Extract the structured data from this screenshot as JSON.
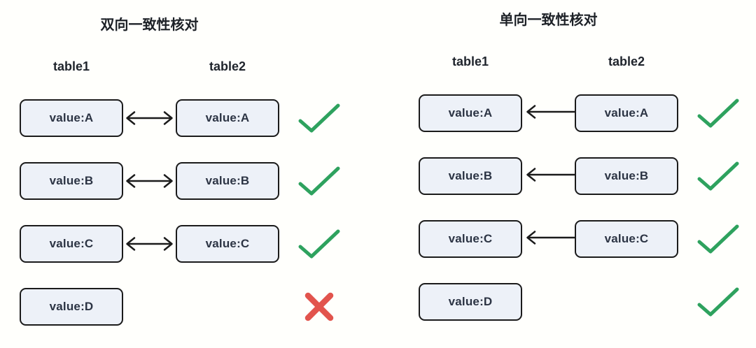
{
  "diagram": {
    "background": "#fffffc",
    "left_panel": {
      "title": "双向一致性核对",
      "columns": {
        "col1": "table1",
        "col2": "table2"
      },
      "arrow_style": "bidirectional",
      "rows": [
        {
          "left_box": "value:A",
          "right_box": "value:A",
          "arrow": "bidirectional",
          "result": "pass"
        },
        {
          "left_box": "value:B",
          "right_box": "value:B",
          "arrow": "bidirectional",
          "result": "pass"
        },
        {
          "left_box": "value:C",
          "right_box": "value:C",
          "arrow": "bidirectional",
          "result": "pass"
        },
        {
          "left_box": "value:D",
          "right_box": "",
          "arrow": "none",
          "result": "fail"
        }
      ]
    },
    "right_panel": {
      "title": "单向一致性核对",
      "columns": {
        "col1": "table1",
        "col2": "table2"
      },
      "arrow_style": "right-to-left",
      "rows": [
        {
          "left_box": "value:A",
          "right_box": "value:A",
          "arrow": "right-to-left",
          "result": "pass"
        },
        {
          "left_box": "value:B",
          "right_box": "value:B",
          "arrow": "right-to-left",
          "result": "pass"
        },
        {
          "left_box": "value:C",
          "right_box": "value:C",
          "arrow": "right-to-left",
          "result": "pass"
        },
        {
          "left_box": "value:D",
          "right_box": "",
          "arrow": "none",
          "result": "pass"
        }
      ]
    },
    "icons": {
      "pass": "check-icon",
      "fail": "cross-icon",
      "bidirectional_arrow": "double-headed-arrow-icon",
      "one_way_arrow": "left-arrow-icon"
    },
    "colors": {
      "box_fill": "#edf1f8",
      "box_border": "#1b1b1b",
      "box_text": "#2c3444",
      "title_text": "#1d2127",
      "arrow": "#1b1b1b",
      "check_green": "#2ea25e",
      "cross_red": "#e2544d",
      "background": "#fffffc"
    }
  }
}
